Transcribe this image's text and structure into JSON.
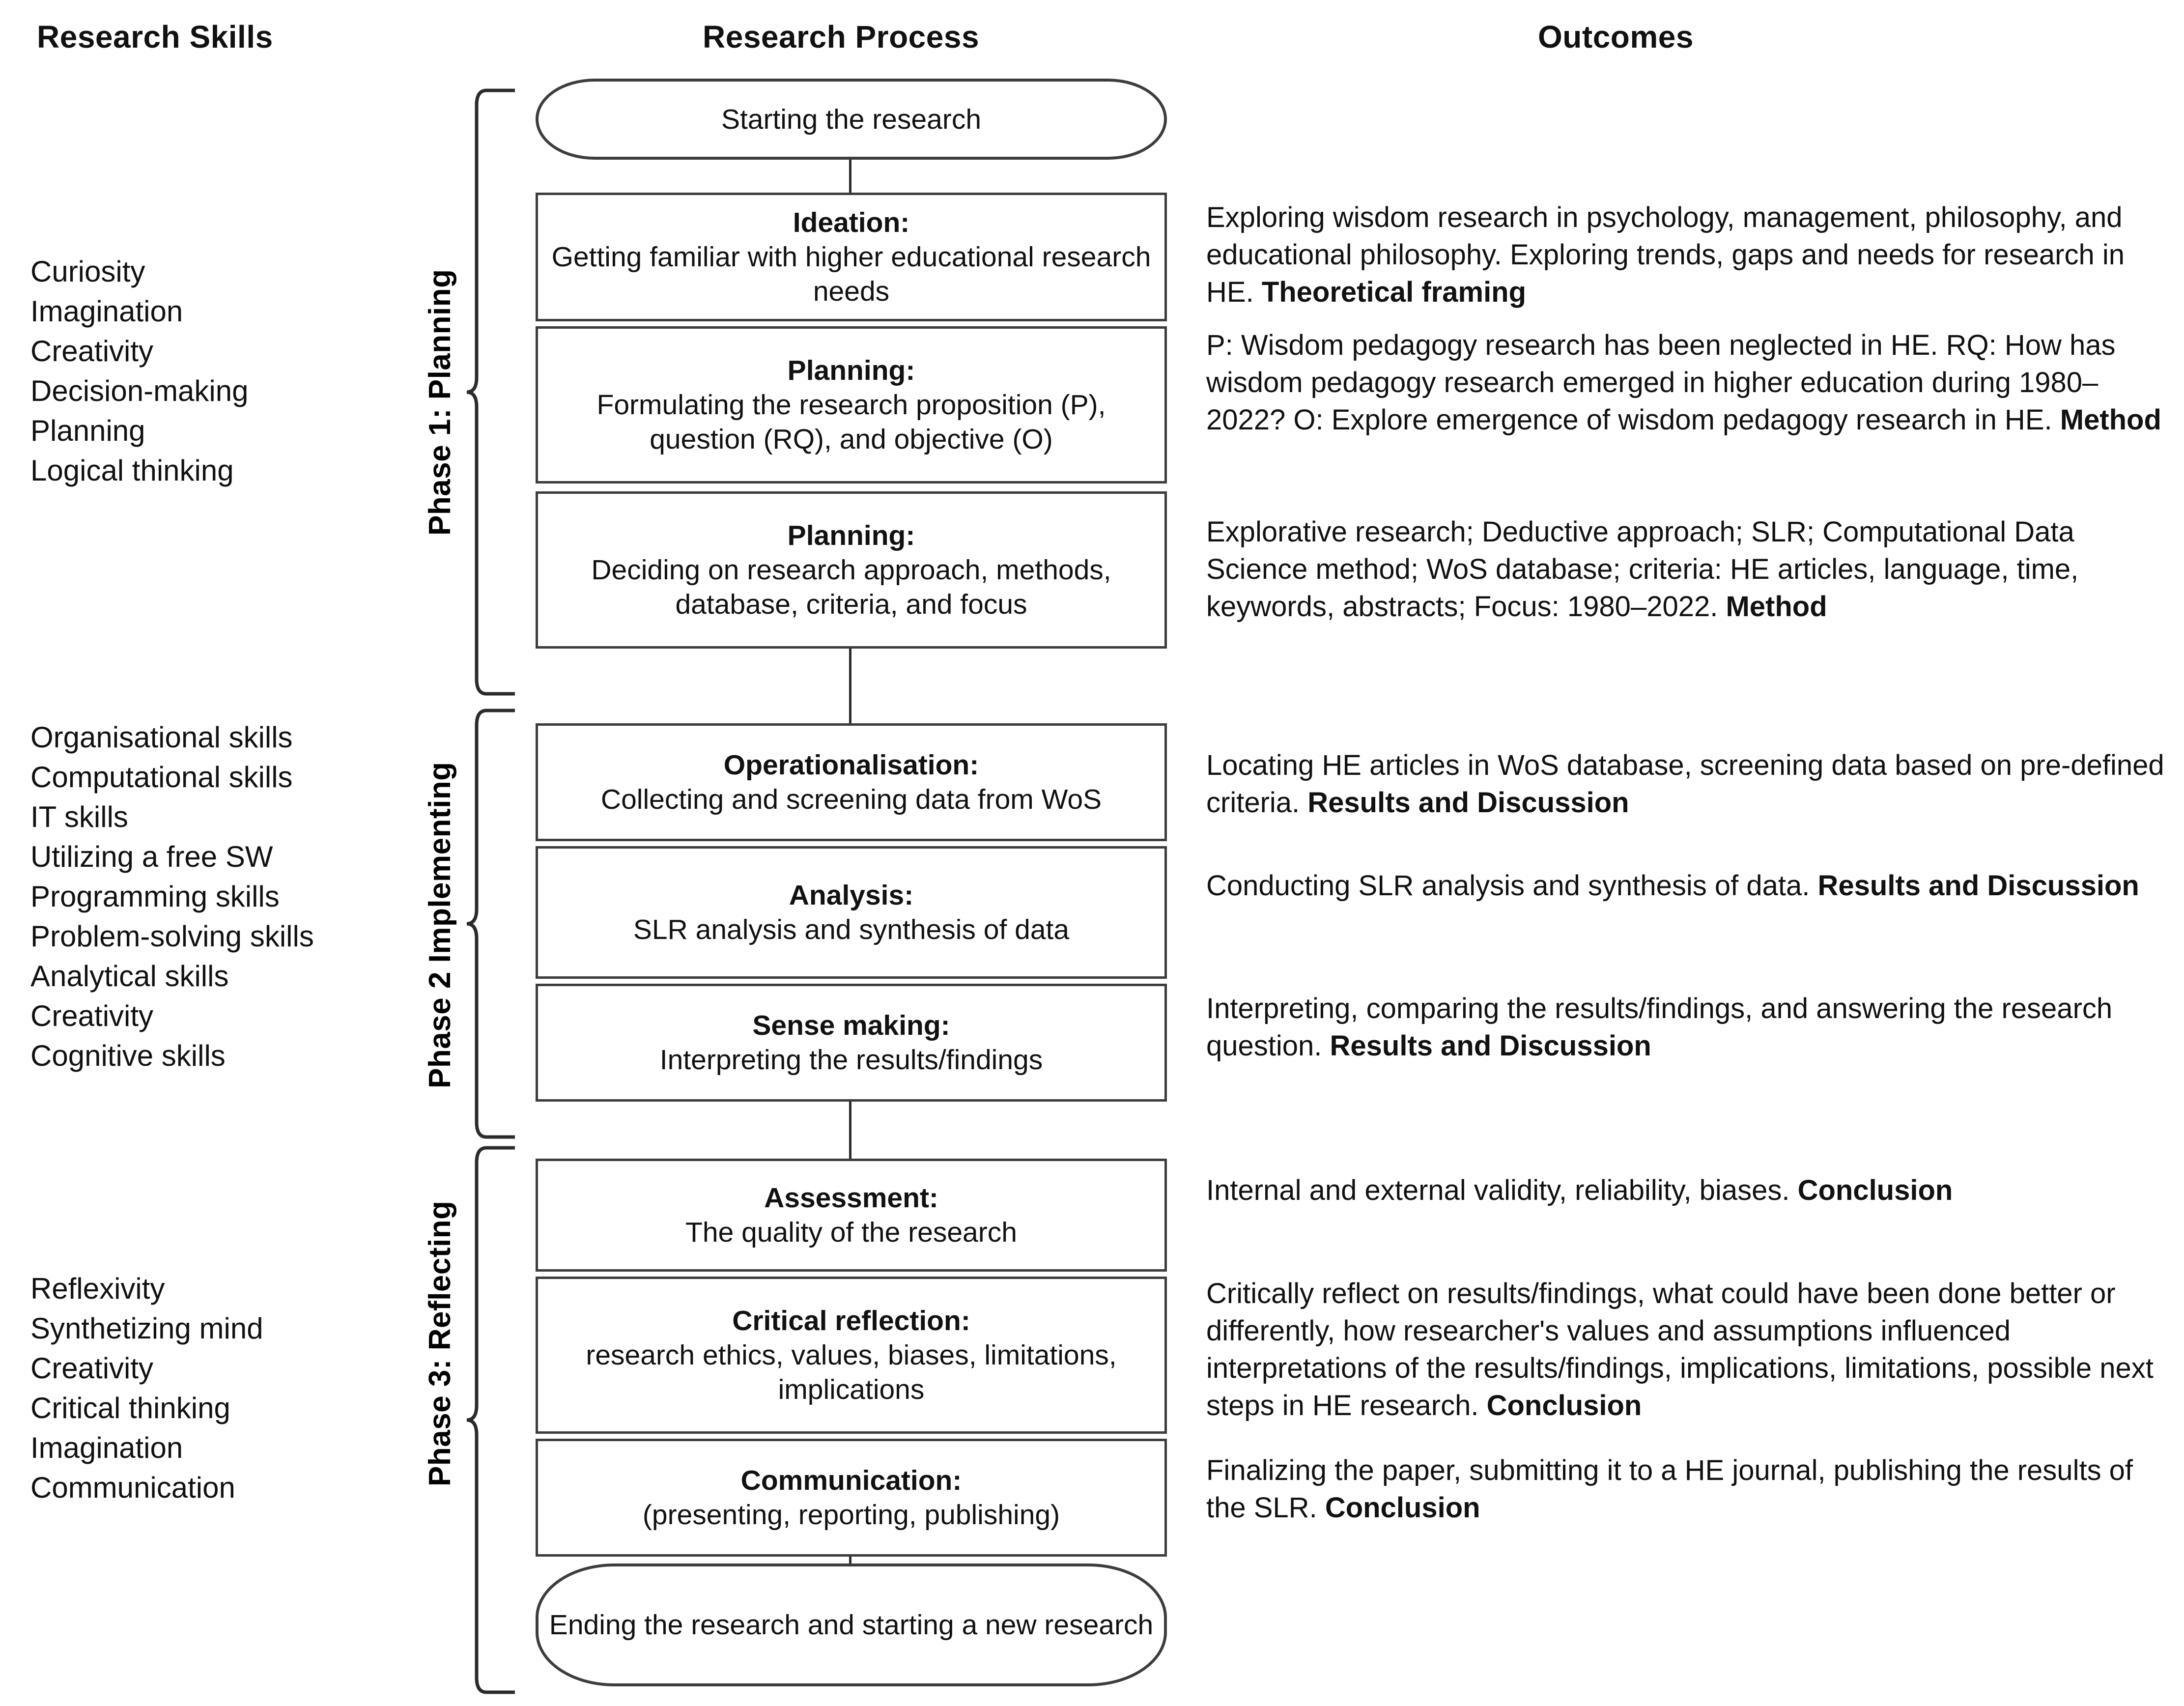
{
  "headers": {
    "skills": "Research Skills",
    "process": "Research Process",
    "outcomes": "Outcomes"
  },
  "phases": [
    {
      "label": "Phase 1: Planning",
      "skills": [
        "Curiosity",
        "Imagination",
        "Creativity",
        "Decision-making",
        "Planning",
        "Logical thinking"
      ]
    },
    {
      "label": "Phase 2  Implementing",
      "skills": [
        "Organisational skills",
        "Computational skills",
        "IT skills",
        "Utilizing a free SW",
        "Programming skills",
        "Problem-solving  skills",
        "Analytical skills",
        "Creativity",
        "Cognitive skills"
      ]
    },
    {
      "label": "Phase 3: Reflecting",
      "skills": [
        "Reflexivity",
        "Synthetizing mind",
        "Creativity",
        "Critical thinking",
        "Imagination",
        "Communication"
      ]
    }
  ],
  "nodes": {
    "start": {
      "title": "Starting the research",
      "sub": ""
    },
    "ideation": {
      "title": "Ideation:",
      "sub": "Getting familiar with higher educational research needs"
    },
    "planning1": {
      "title": "Planning:",
      "sub": "Formulating the research proposition (P), question (RQ), and objective (O)"
    },
    "planning2": {
      "title": "Planning:",
      "sub": "Deciding on research approach, methods, database, criteria, and focus"
    },
    "operationalisation": {
      "title": "Operationalisation:",
      "sub": "Collecting and screening data from WoS"
    },
    "analysis": {
      "title": "Analysis:",
      "sub": "SLR analysis and synthesis of data"
    },
    "sense": {
      "title": "Sense making:",
      "sub": "Interpreting the results/findings"
    },
    "assessment": {
      "title": "Assessment:",
      "sub": "The quality of the research"
    },
    "critical": {
      "title": "Critical reflection:",
      "sub": "research ethics, values, biases, limitations, implications"
    },
    "communication": {
      "title": "Communication:",
      "sub": "(presenting, reporting, publishing)"
    },
    "end": {
      "title": "Ending the research and starting a new research",
      "sub": ""
    }
  },
  "outcomes": {
    "ideation": {
      "body": "Exploring wisdom research in psychology, management, philosophy, and educational philosophy. Exploring trends, gaps and needs for research in HE. ",
      "emphasis": "Theoretical framing"
    },
    "planning1": {
      "body": "P: Wisdom pedagogy research has been neglected in HE. RQ: How has wisdom pedagogy research emerged in higher education during 1980–2022? O: Explore emergence of wisdom pedagogy research in HE. ",
      "emphasis": "Method"
    },
    "planning2": {
      "body": "Explorative research; Deductive approach; SLR; Computational Data Science method; WoS database; criteria: HE articles, language, time, keywords, abstracts; Focus: 1980–2022. ",
      "emphasis": "Method"
    },
    "operationalisation": {
      "body": "Locating HE articles in WoS database, screening data based on pre-defined criteria. ",
      "emphasis": "Results and Discussion"
    },
    "analysis": {
      "body": "Conducting SLR analysis and synthesis of data. ",
      "emphasis": "Results and Discussion"
    },
    "sense": {
      "body": "Interpreting, comparing the results/findings, and answering the research question. ",
      "emphasis": "Results and Discussion"
    },
    "assessment": {
      "body": "Internal and external validity, reliability, biases. ",
      "emphasis": "Conclusion"
    },
    "critical": {
      "body": "Critically reflect on results/findings, what could have been done better or differently, how researcher's values and assumptions influenced interpretations of the results/findings, implications, limitations, possible next steps in HE research. ",
      "emphasis": "Conclusion"
    },
    "communication": {
      "body": "Finalizing the paper, submitting it to a HE journal, publishing the results of the SLR. ",
      "emphasis": "Conclusion"
    }
  },
  "colors": {
    "node_border": "#3d3d3d",
    "text": "#111111",
    "connector": "#2b2b2b",
    "background": "#ffffff"
  }
}
